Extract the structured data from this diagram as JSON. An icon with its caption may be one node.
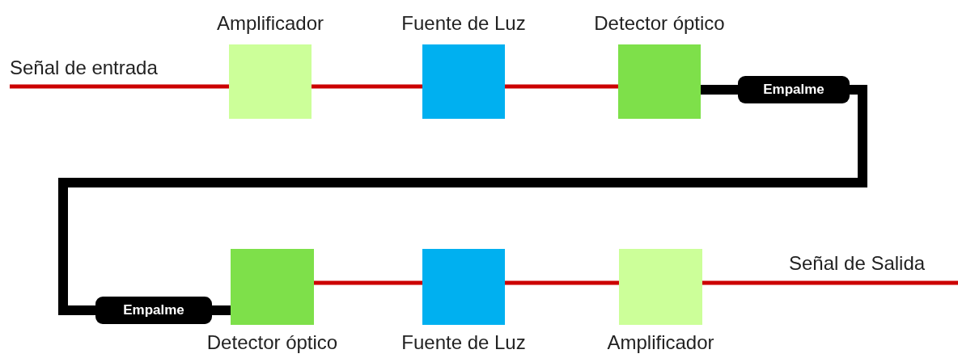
{
  "diagram": {
    "nodes": [
      {
        "text": [
          "Amplificador"
        ]
      },
      {
        "text": [
          "Fuente de Luz"
        ]
      },
      {
        "text": [
          "Detector óptico"
        ]
      },
      {
        "text": [
          "Empalme"
        ]
      },
      {
        "text": [
          "Empalme"
        ]
      },
      {
        "text": [
          "Detector óptico"
        ]
      },
      {
        "text": [
          "Fuente de Luz"
        ]
      },
      {
        "text": [
          "Amplificador"
        ]
      }
    ],
    "edges": [
      {
        "from": null,
        "to": 0,
        "arrow": "none",
        "label": "Señal de entrada"
      },
      {
        "from": 0,
        "to": 1,
        "arrow": "none"
      },
      {
        "from": 1,
        "to": 2,
        "arrow": "none"
      },
      {
        "from": 2,
        "to": 3,
        "arrow": "none",
        "style": "thick",
        "color": "#000000"
      },
      {
        "from": 3,
        "to": 4,
        "arrow": "none",
        "style": "thick",
        "color": "#000000"
      },
      {
        "from": 4,
        "to": 5,
        "arrow": "none",
        "style": "thick",
        "color": "#000000"
      },
      {
        "from": 5,
        "to": 6,
        "arrow": "none"
      },
      {
        "from": 6,
        "to": 7,
        "arrow": "none"
      },
      {
        "from": 7,
        "to": null,
        "arrow": "none",
        "label": "Señal de Salida"
      }
    ]
  }
}
